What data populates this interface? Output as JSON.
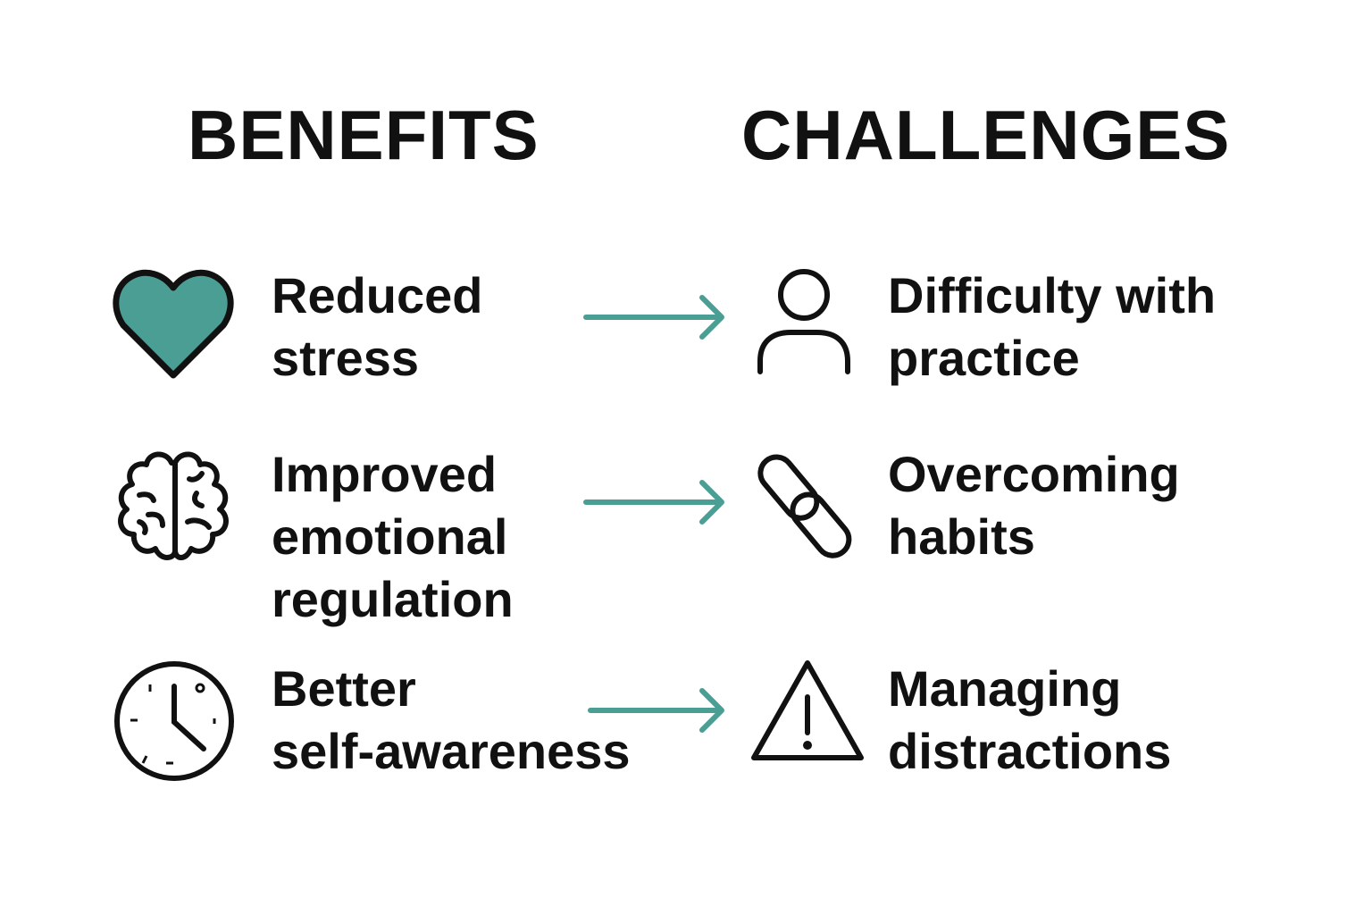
{
  "headings": {
    "benefits": "BENEFITS",
    "challenges": "CHALLENGES"
  },
  "colors": {
    "accent": "#4a9e94",
    "ink": "#111111"
  },
  "benefits": [
    {
      "icon": "heart-icon",
      "label": "Reduced\nstress"
    },
    {
      "icon": "brain-icon",
      "label": "Improved\nemotional\nregulation"
    },
    {
      "icon": "clock-icon",
      "label": "Better\nself-awareness"
    }
  ],
  "challenges": [
    {
      "icon": "person-icon",
      "label": "Difficulty with\npractice"
    },
    {
      "icon": "chain-link-icon",
      "label": "Overcoming\nhabits"
    },
    {
      "icon": "warning-icon",
      "label": "Managing\ndistractions"
    }
  ]
}
